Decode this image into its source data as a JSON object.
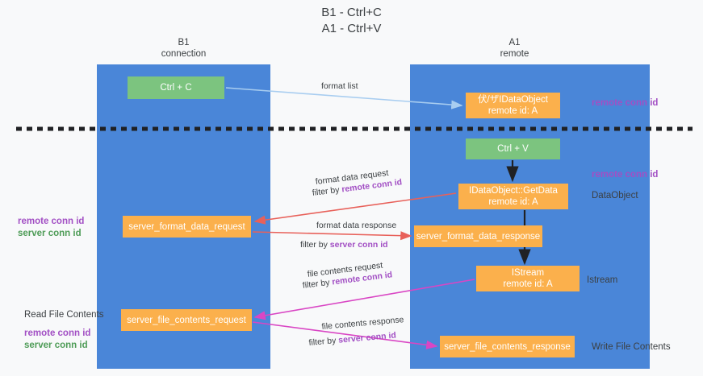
{
  "title": {
    "line1": "B1 - Ctrl+C",
    "line2": "A1 - Ctrl+V"
  },
  "lanes": [
    {
      "id": "left",
      "name": "B1",
      "role": "connection"
    },
    {
      "id": "right",
      "name": "A1",
      "role": "remote"
    }
  ],
  "nodes": {
    "ctrl_c": {
      "label": "Ctrl + C",
      "color": "#7cc47f"
    },
    "dataobject": {
      "line1": "伏/ザIDataObject",
      "line2": "remote id: A",
      "color": "#fbb04c"
    },
    "ctrl_v": {
      "label": "Ctrl + V",
      "color": "#7cc47f"
    },
    "getdata": {
      "line1": "IDataObject::GetData",
      "line2": "remote id: A",
      "color": "#fbb04c"
    },
    "server_format_data_request": {
      "label": "server_format_data_request",
      "color": "#fbb04c"
    },
    "server_format_data_response": {
      "label": "server_format_data_response",
      "color": "#fbb04c"
    },
    "istream": {
      "line1": "IStream",
      "line2": "remote id: A",
      "color": "#fbb04c"
    },
    "server_file_contents_request": {
      "label": "server_file_contents_request",
      "color": "#fbb04c"
    },
    "server_file_contents_response": {
      "label": "server_file_contents_response",
      "color": "#fbb04c"
    }
  },
  "edge_labels": {
    "format_list": "format list",
    "format_data_request": "format data request",
    "format_data_request_filter_prefix": "filter by ",
    "format_data_request_filter_key": "remote conn id",
    "format_data_response": "format data response",
    "format_data_response_filter_prefix": "filter by ",
    "format_data_response_filter_key": "server conn id",
    "file_contents_request": "file contents request",
    "file_contents_request_filter_prefix": "filter by ",
    "file_contents_request_filter_key": "remote conn id",
    "file_contents_response": "file contents response",
    "file_contents_response_filter_prefix": "filter by ",
    "file_contents_response_filter_key": "server conn id"
  },
  "annotations": {
    "right_remote_conn_id_top": "remote conn id",
    "right_remote_conn_id_mid": "remote conn id",
    "dataobject": "DataObject",
    "istream": "Istream",
    "write_file_contents": "Write File Contents",
    "left_remote_conn_id": "remote conn id",
    "left_server_conn_id": "server conn id",
    "read_file_contents": "Read File Contents",
    "left_remote_conn_id_2": "remote conn id",
    "left_server_conn_id_2": "server conn id"
  },
  "colors": {
    "lane": "#4a86d8",
    "green_node": "#7cc47f",
    "orange_node": "#fbb04c",
    "purple_text": "#a24fc4",
    "green_text": "#4e9c57",
    "arrow_blue": "#a8cdf0",
    "arrow_red": "#e8615a",
    "arrow_magenta": "#d946c4",
    "arrow_black": "#202124",
    "background": "#f8f9fa"
  }
}
